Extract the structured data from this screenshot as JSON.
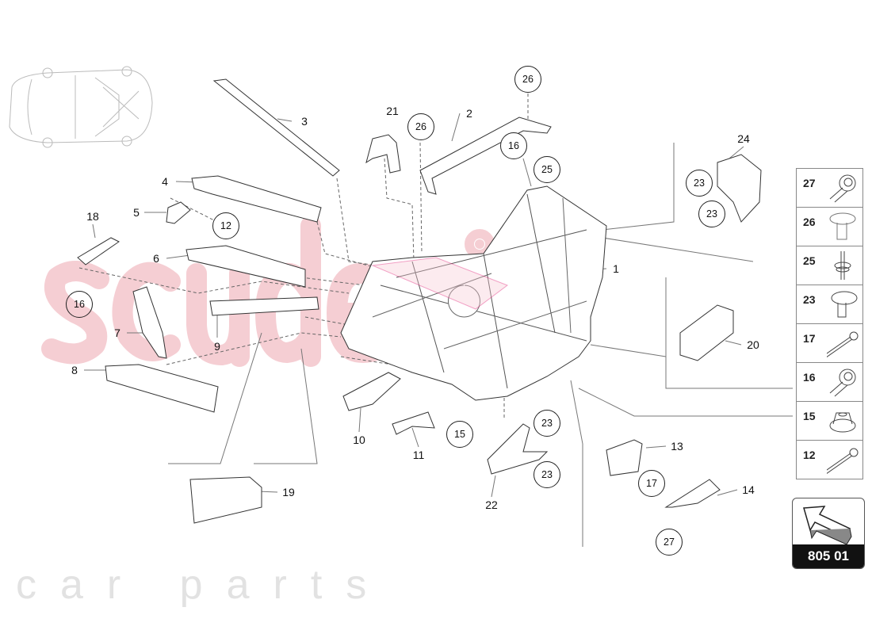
{
  "watermark": {
    "brand": "scuderia",
    "tagline": "car parts",
    "color": "#f4c6cc"
  },
  "part_labels": {
    "p1": "1",
    "p2": "2",
    "p3": "3",
    "p4": "4",
    "p5": "5",
    "p6": "6",
    "p7": "7",
    "p8": "8",
    "p9": "9",
    "p10": "10",
    "p11": "11",
    "p13": "13",
    "p14": "14",
    "p18": "18",
    "p19": "19",
    "p20": "20",
    "p21": "21",
    "p22": "22",
    "p24": "24"
  },
  "callouts": {
    "c26a": "26",
    "c26b": "26",
    "c16a": "16",
    "c25": "25",
    "c12": "12",
    "c16b": "16",
    "c23a": "23",
    "c23b": "23",
    "c15": "15",
    "c23c": "23",
    "c23d": "23",
    "c17": "17",
    "c27": "27"
  },
  "legend": [
    {
      "num": "27",
      "icon": "flanged-torx-bolt-icon"
    },
    {
      "num": "26",
      "icon": "rivet-icon"
    },
    {
      "num": "25",
      "icon": "stud-with-washer-icon"
    },
    {
      "num": "23",
      "icon": "pan-head-screw-icon"
    },
    {
      "num": "17",
      "icon": "long-bolt-icon"
    },
    {
      "num": "16",
      "icon": "flanged-bolt-icon"
    },
    {
      "num": "15",
      "icon": "flange-nut-icon"
    },
    {
      "num": "12",
      "icon": "round-head-bolt-icon"
    }
  ],
  "page_ref": {
    "label": "805 01",
    "icon": "arrow-up-left-icon"
  }
}
